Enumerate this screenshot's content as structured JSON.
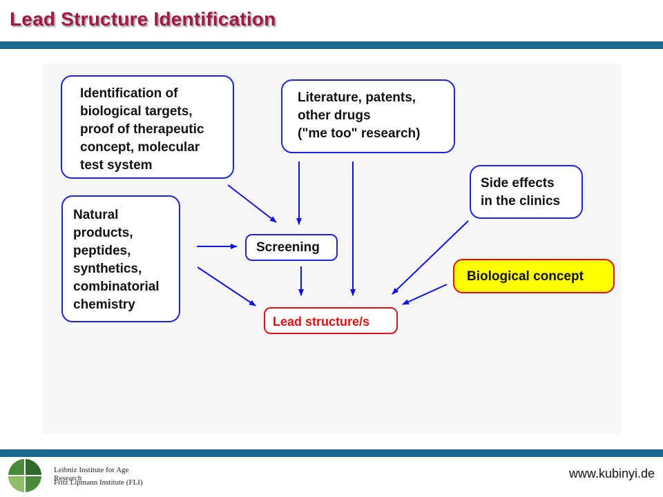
{
  "title": "Lead Structure Identification",
  "nodes": {
    "targets": "Identification of\nbiological targets,\nproof of therapeutic\nconcept, molecular\ntest system",
    "literature": "Literature, patents,\nother drugs\n(\"me too\" research)",
    "side_effects": "Side effects\nin the clinics",
    "natural": "Natural\nproducts,\npeptides,\nsynthetics,\ncombinatorial\nchemistry",
    "screening": "Screening",
    "biological": "Biological concept",
    "lead": "Lead structure/s"
  },
  "colors": {
    "title": "#a3184a",
    "bar": "#1a6a94",
    "box_border": "#2020e0",
    "arrow": "#1010e0",
    "lead_red": "#e01010",
    "concept_fill": "#ffff00"
  },
  "footer": {
    "logo_line1": "Leibniz Institute for Age Research",
    "logo_line2": "Fritz Lipmann Institute (FLI)",
    "url": "www.kubinyi.de"
  }
}
